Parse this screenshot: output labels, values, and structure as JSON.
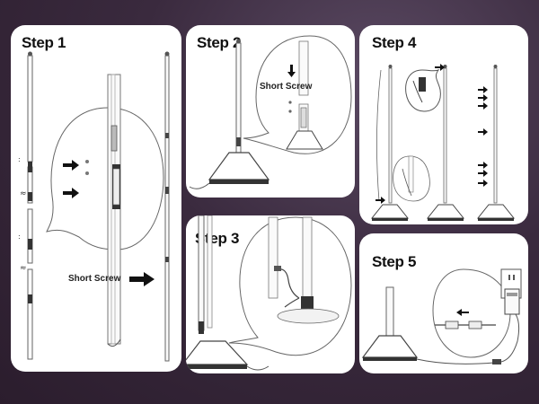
{
  "steps": [
    {
      "title": "Step 1",
      "callout": "Short Screw"
    },
    {
      "title": "Step 2",
      "callout": "Short Screw"
    },
    {
      "title": "Step 3"
    },
    {
      "title": "Step 4"
    },
    {
      "title": "Step 5"
    }
  ]
}
